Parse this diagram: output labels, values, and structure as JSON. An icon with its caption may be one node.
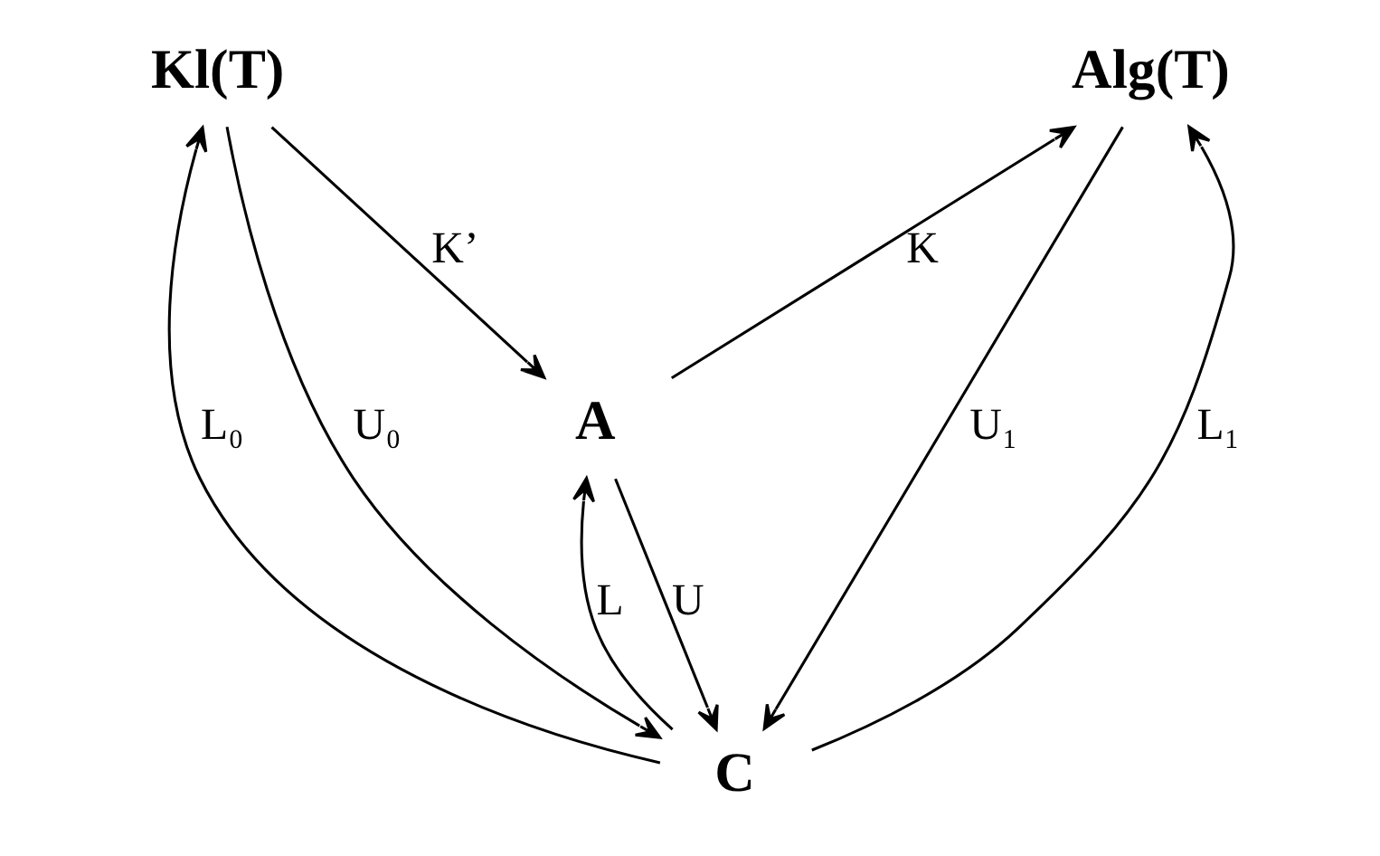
{
  "diagram": {
    "nodes": [
      {
        "text": [
          "Kl(T)"
        ]
      },
      {
        "text": [
          "A"
        ]
      },
      {
        "text": [
          "Alg(T)"
        ]
      },
      {
        "text": [
          "C"
        ]
      }
    ],
    "edges": [
      {
        "from": 0,
        "to": 1,
        "arrow": "to",
        "label": "K’"
      },
      {
        "from": 1,
        "to": 2,
        "arrow": "to",
        "label": "K"
      },
      {
        "from": 1,
        "to": 3,
        "arrow": "to",
        "label": "U"
      },
      {
        "from": 3,
        "to": 1,
        "arrow": "to",
        "label": "L"
      },
      {
        "from": 0,
        "to": 3,
        "arrow": "to",
        "label": "U₀"
      },
      {
        "from": 3,
        "to": 0,
        "arrow": "to",
        "label": "L₀"
      },
      {
        "from": 2,
        "to": 3,
        "arrow": "to",
        "label": "U₁"
      },
      {
        "from": 3,
        "to": 2,
        "arrow": "to",
        "label": "L₁"
      }
    ]
  }
}
